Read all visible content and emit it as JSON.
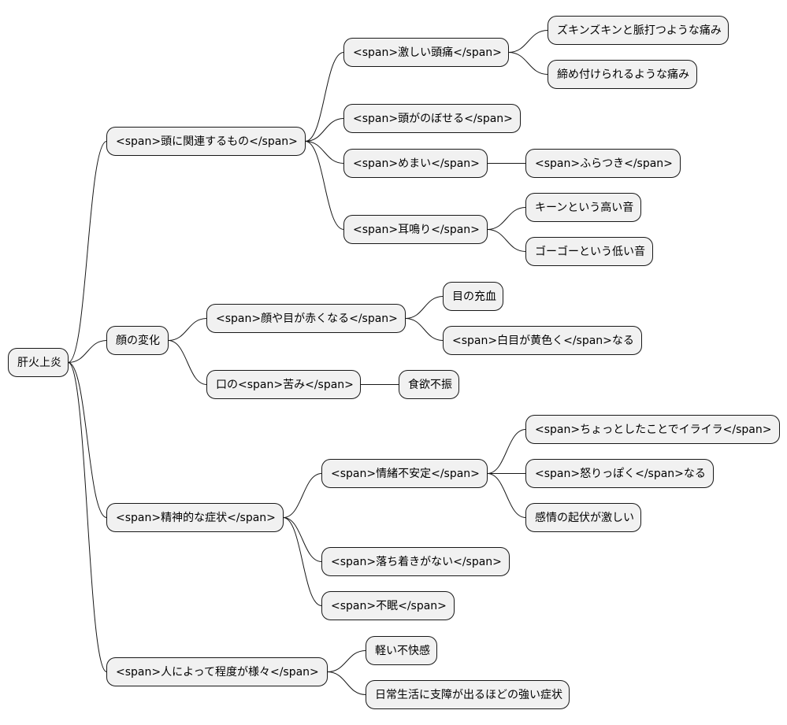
{
  "mindmap": {
    "root": {
      "label": "肝火上炎",
      "children": [
        {
          "label": "<span>頭に関連するもの</span>",
          "children": [
            {
              "label": "<span>激しい頭痛</span>",
              "children": [
                {
                  "label": "ズキンズキンと脈打つような痛み"
                },
                {
                  "label": "締め付けられるような痛み"
                }
              ]
            },
            {
              "label": "<span>頭がのぼせる</span>"
            },
            {
              "label": "<span>めまい</span>",
              "children": [
                {
                  "label": "<span>ふらつき</span>"
                }
              ]
            },
            {
              "label": "<span>耳鳴り</span>",
              "children": [
                {
                  "label": "キーンという高い音"
                },
                {
                  "label": "ゴーゴーという低い音"
                }
              ]
            }
          ]
        },
        {
          "label": "顔の変化",
          "children": [
            {
              "label": "<span>顔や目が赤くなる</span>",
              "children": [
                {
                  "label": "目の充血"
                },
                {
                  "label": "<span>白目が黄色く</span>なる"
                }
              ]
            },
            {
              "label": "口の<span>苦み</span>",
              "children": [
                {
                  "label": "食欲不振"
                }
              ]
            }
          ]
        },
        {
          "label": "<span>精神的な症状</span>",
          "children": [
            {
              "label": "<span>情緒不安定</span>",
              "children": [
                {
                  "label": "<span>ちょっとしたことでイライラ</span>"
                },
                {
                  "label": "<span>怒りっぽく</span>なる"
                },
                {
                  "label": "感情の起伏が激しい"
                }
              ]
            },
            {
              "label": "<span>落ち着きがない</span>"
            },
            {
              "label": "<span>不眠</span>"
            }
          ]
        },
        {
          "label": "<span>人によって程度が様々</span>",
          "children": [
            {
              "label": "軽い不快感"
            },
            {
              "label": "日常生活に支障が出るほどの強い症状"
            }
          ]
        }
      ]
    }
  }
}
